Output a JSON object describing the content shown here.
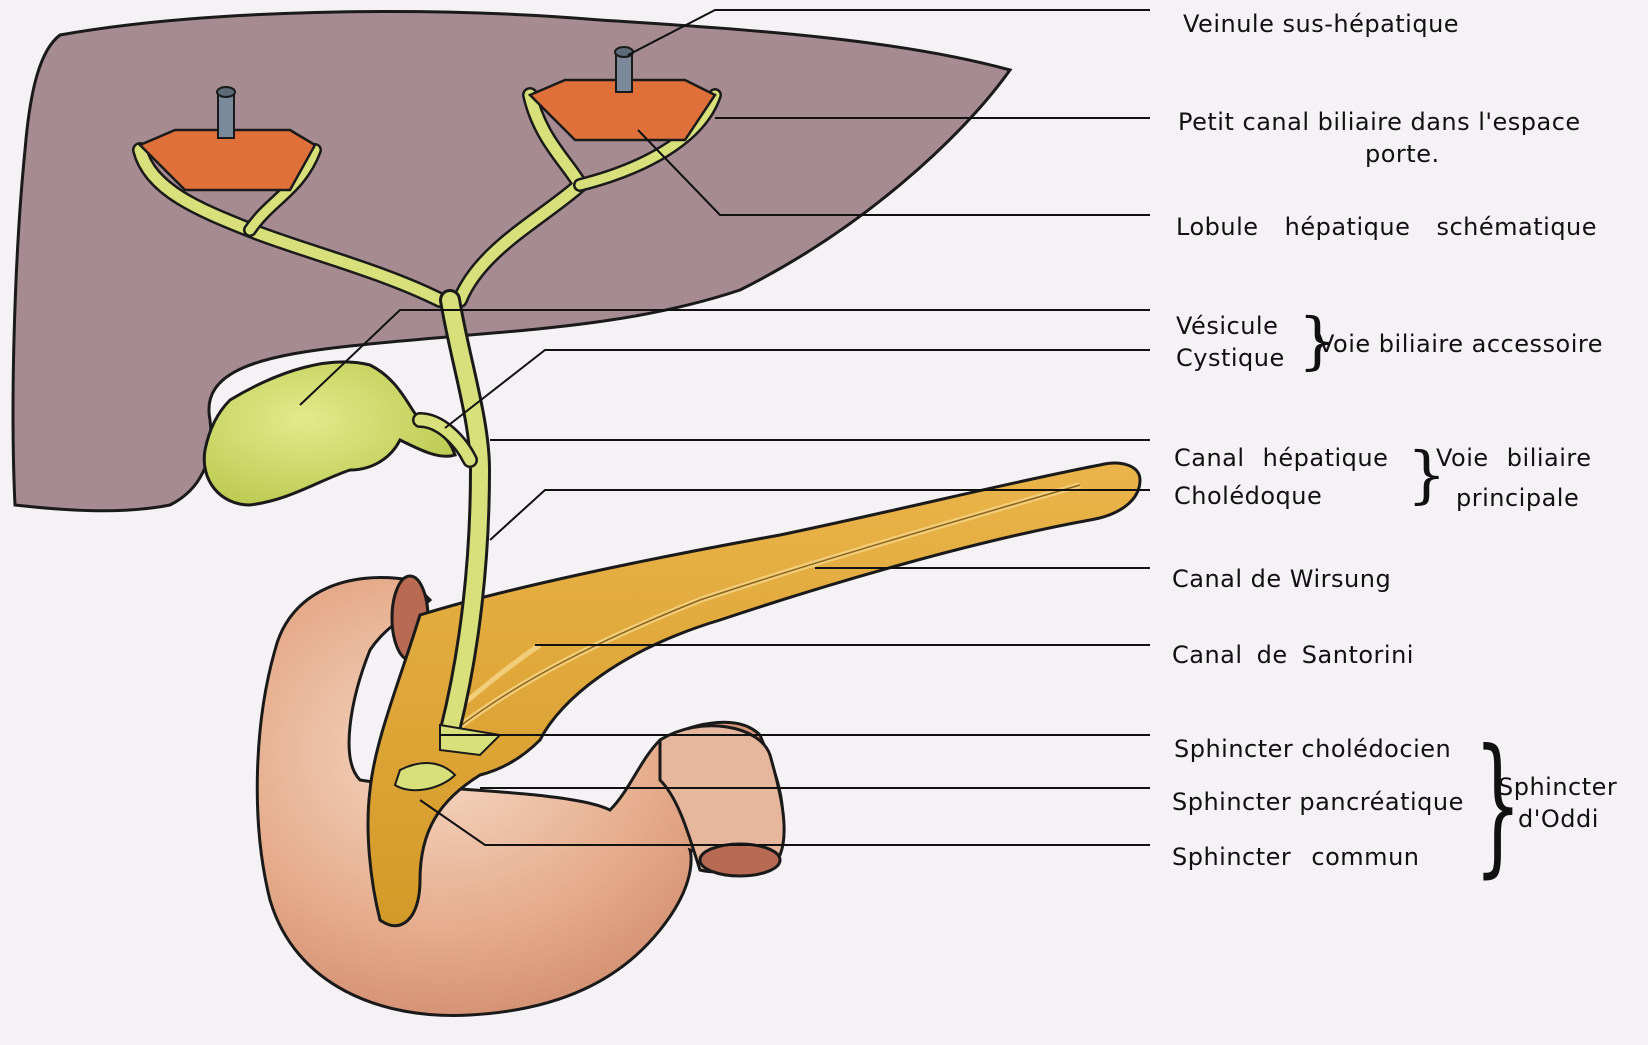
{
  "labels": {
    "veinule": "Veinule sus-hépatique",
    "petit_canal_line1": "Petit canal biliaire dans l'espace",
    "petit_canal_line2": "porte.",
    "lobule": "Lobule hépatique schématique",
    "vesicule": "Vésicule",
    "cystique": "Cystique",
    "voie_accessoire": "Voie biliaire accessoire",
    "canal_hepatique": "Canal hépatique",
    "choledoque": "Cholédoque",
    "voie_principale_line1": "Voie biliaire",
    "voie_principale_line2": "principale",
    "wirsung": "Canal de Wirsung",
    "santorini": "Canal de Santorini",
    "sph_choledocien": "Sphincter cholédocien",
    "sph_pancreatique": "Sphincter pancréatique",
    "sph_commun": "Sphincter commun",
    "oddi_line1": "Sphincter",
    "oddi_line2": "d'Oddi"
  },
  "colors": {
    "liver": "#a68b92",
    "bile_duct": "#d7e07a",
    "gallbladder": "#cbd85f",
    "pancreas": "#e0a632",
    "duodenum": "#e3aa8a",
    "lobule": "#e0703a",
    "vein": "#7a8a9a"
  }
}
